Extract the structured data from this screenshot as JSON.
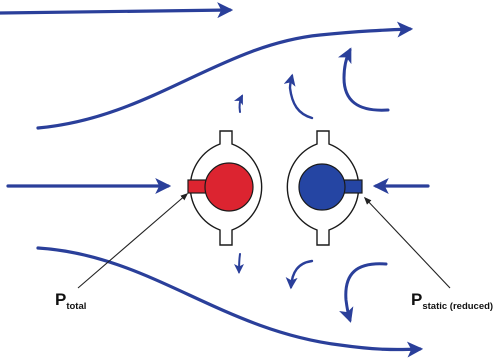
{
  "colors": {
    "flow": "#2a3f9a",
    "total_port": "#dc2430",
    "static_port": "#2545a3",
    "outline": "#1a1a1a",
    "pointer": "#222222"
  },
  "labels": {
    "total": {
      "main": "P",
      "sub": "total"
    },
    "static": {
      "main": "P",
      "sub": "static (reduced)"
    }
  }
}
